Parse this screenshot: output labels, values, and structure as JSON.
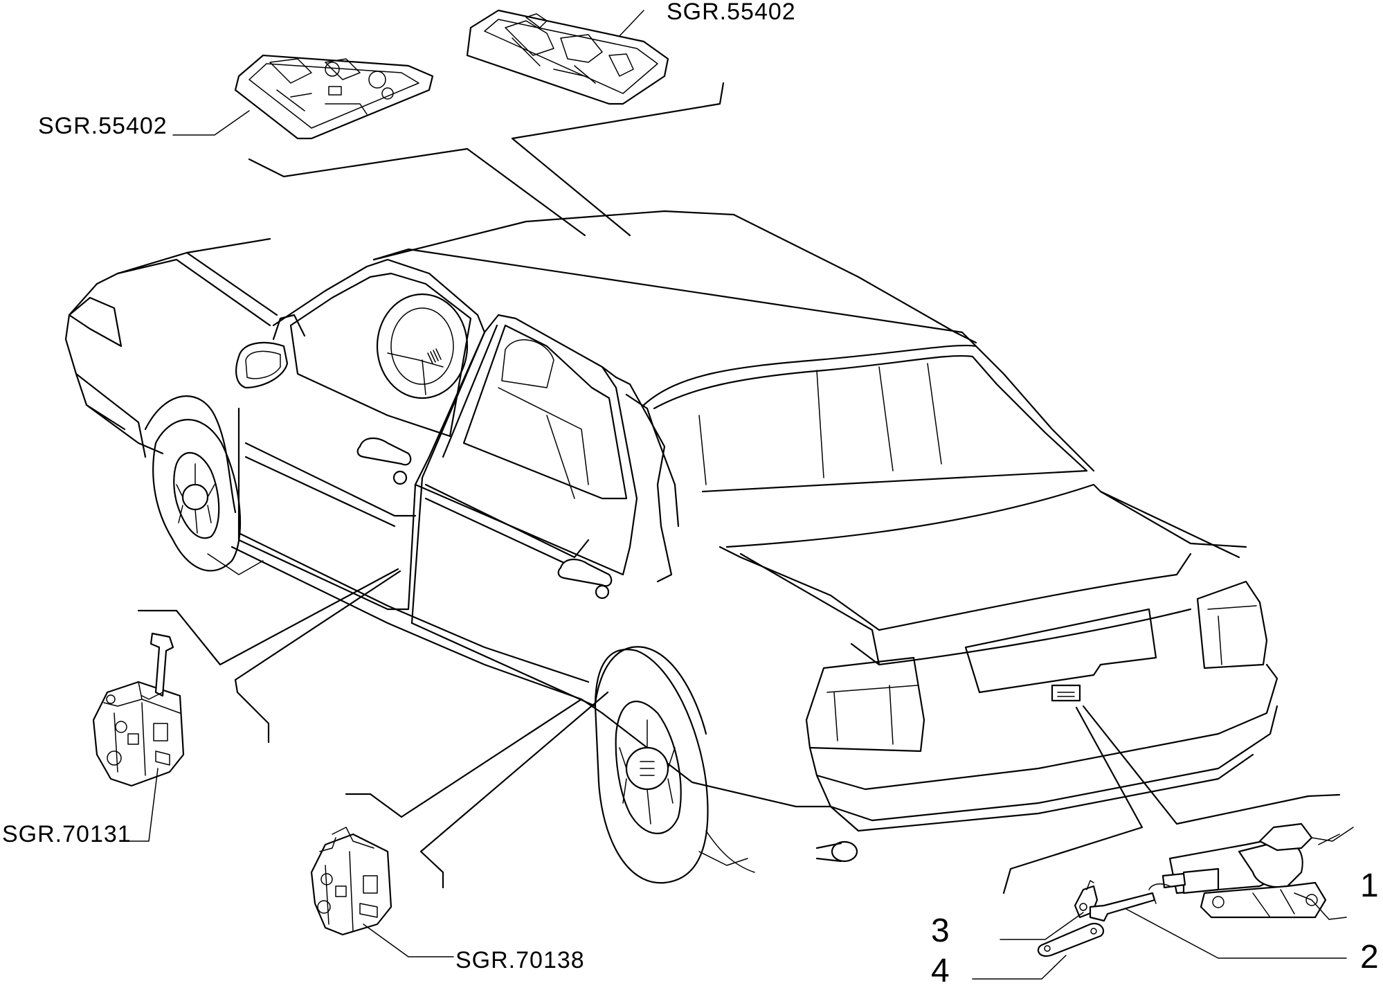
{
  "labels": {
    "top_right": "SGR.55402",
    "top_left": "SGR.55402",
    "lock_left": "SGR.70131",
    "lock_center": "SGR.70138"
  },
  "callouts": {
    "n1": "1",
    "n2": "2",
    "n3": "3",
    "n4": "4"
  }
}
